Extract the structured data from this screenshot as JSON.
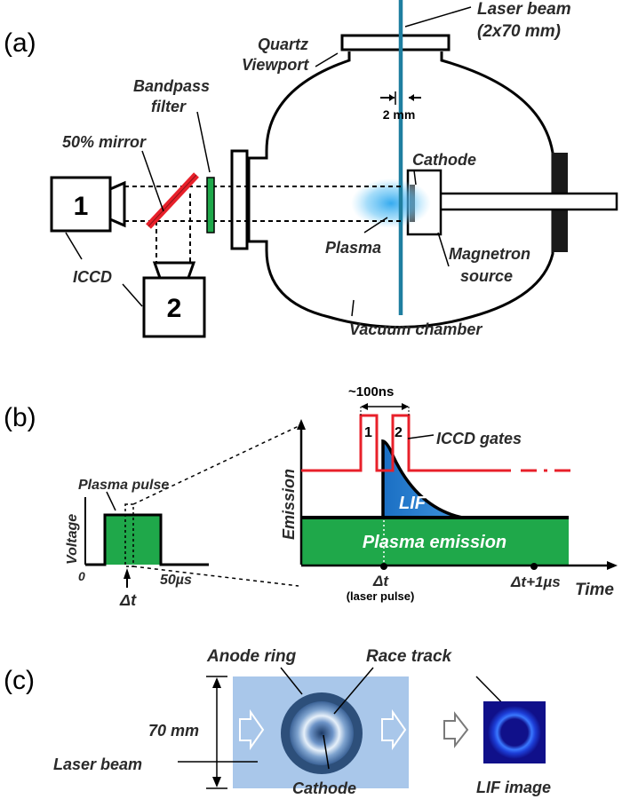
{
  "panels": {
    "a": "(a)",
    "b": "(b)",
    "c": "(c)"
  },
  "panel_a": {
    "laser_beam": "Laser beam",
    "laser_size": "(2x70 mm)",
    "quartz": "Quartz",
    "viewport": "Viewport",
    "bandpass": "Bandpass",
    "filter": "filter",
    "mirror": "50% mirror",
    "gap": "2 mm",
    "cathode": "Cathode",
    "camera1": "1",
    "camera2": "2",
    "plasma": "Plasma",
    "magnetron": "Magnetron",
    "source": "source",
    "iccd": "ICCD",
    "vacuum": "Vacuum chamber"
  },
  "panel_b": {
    "plasma_pulse": "Plasma pulse",
    "voltage": "Voltage",
    "tick_zero": "0",
    "tick_50": "50µs",
    "delta_t": "Δt",
    "width_100ns": "~100ns",
    "gate1": "1",
    "gate2": "2",
    "iccd_gates": "ICCD gates",
    "emission": "Emission",
    "lif": "LIF",
    "plasma_emission": "Plasma emission",
    "dt_label": "Δt",
    "laser_pulse": "(laser pulse)",
    "dt_plus": "Δt+1µs",
    "time": "Time"
  },
  "panel_c": {
    "anode_ring": "Anode ring",
    "race_track": "Race track",
    "size": "70 mm",
    "laser_beam": "Laser beam",
    "cathode": "Cathode",
    "lif_image": "LIF image"
  },
  "colors": {
    "laser": "#1f7fa0",
    "red": "#e8202a",
    "green": "#1fa84a",
    "lif": "#1f78c8",
    "beam_area": "#a9c7ea",
    "lif_bg": "#10108a"
  }
}
